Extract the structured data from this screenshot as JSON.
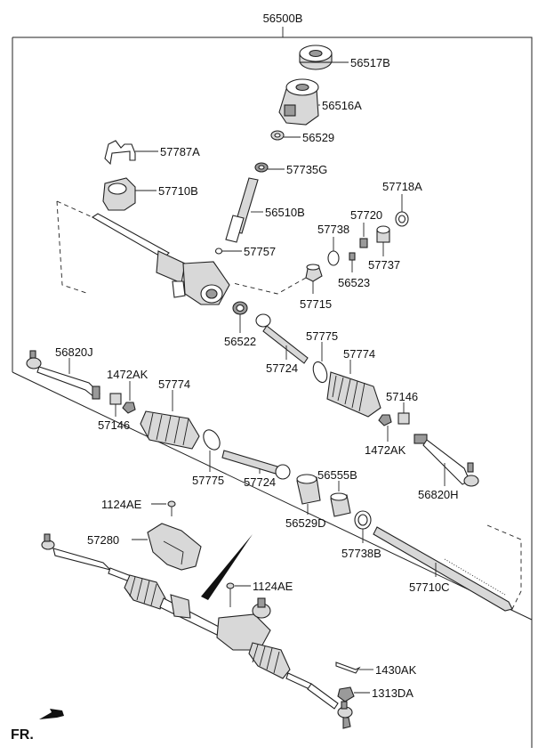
{
  "diagram": {
    "assembly_label": "56500B",
    "labels": {
      "p56517B": "56517B",
      "p56516A": "56516A",
      "p56529": "56529",
      "p57787A": "57787A",
      "p57735G": "57735G",
      "p57710B": "57710B",
      "p57718A": "57718A",
      "p56510B": "56510B",
      "p57720": "57720",
      "p57738": "57738",
      "p57757": "57757",
      "p57737": "57737",
      "p56523": "56523",
      "p57715": "57715",
      "p56522": "56522",
      "p57775a": "57775",
      "p57724a": "57724",
      "p57774a": "57774",
      "p56820J": "56820J",
      "p1472AKa": "1472AK",
      "p57774b": "57774",
      "p57146a": "57146",
      "p57146b": "57146",
      "p1472AKb": "1472AK",
      "p56555B": "56555B",
      "p57775b": "57775",
      "p57724b": "57724",
      "p56820H": "56820H",
      "p1124AEa": "1124AE",
      "p56529D": "56529D",
      "p57738B": "57738B",
      "p57280": "57280",
      "p1124AEb": "1124AE",
      "p57710C": "57710C",
      "p1430AK": "1430AK",
      "p1313DA": "1313DA"
    },
    "fr_label": "FR."
  }
}
